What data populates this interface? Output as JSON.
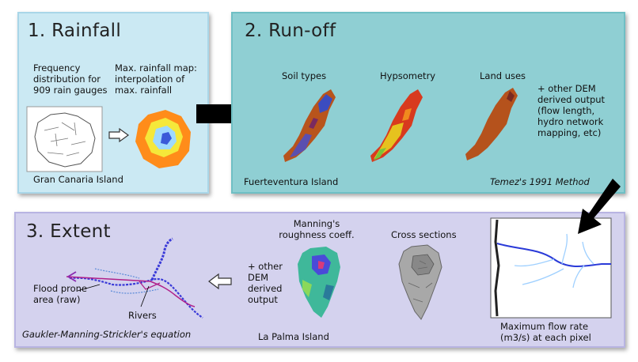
{
  "rainfall": {
    "title": "1. Rainfall",
    "freq_text": [
      "Frequency",
      "distribution for",
      "909 rain gauges"
    ],
    "map_text": [
      "Max. rainfall map:",
      "interpolation of",
      "max. rainfall"
    ],
    "island": "Gran Canaria Island"
  },
  "runoff": {
    "title": "2. Run-off",
    "soil": "Soil types",
    "hypso": "Hypsometry",
    "landuse": "Land uses",
    "other_dem": [
      "+ other DEM",
      "derived output",
      "(flow length,",
      "hydro network",
      "mapping, etc)"
    ],
    "island": "Fuerteventura Island",
    "method": "Temez's 1991 Method"
  },
  "extent": {
    "title": "3.  Extent",
    "manning": [
      "Manning's",
      "roughness coeff."
    ],
    "cross": "Cross sections",
    "other_dem": [
      "+ other",
      "DEM",
      "derived",
      "output"
    ],
    "flood": [
      "Flood prone",
      "area (raw)"
    ],
    "rivers": "Rivers",
    "equation": "Gaukler-Manning-Strickler's equation",
    "island": "La Palma Island",
    "maxflow": [
      "Maximum flow rate",
      "(m3/s) at each pixel"
    ]
  },
  "colors": {
    "panel1": "#cbe9f3",
    "panel2": "#8fcfd3",
    "panel3": "#d4d2ee",
    "arrow": "#000000",
    "river": "#3a3ad8",
    "flood_line": "#8a2bb0"
  }
}
